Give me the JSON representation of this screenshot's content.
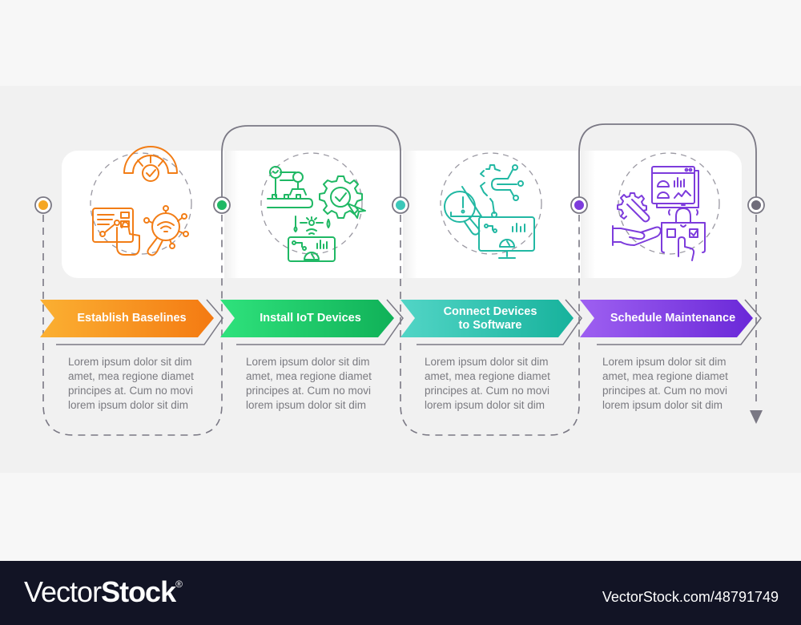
{
  "steps": [
    {
      "title": "Establish Baselines",
      "title_lines": [
        "Establish Baselines"
      ],
      "icon": "baseline-gauge-analytics-icon",
      "color_start": "#f9a62c",
      "color_end": "#f57c14",
      "node_color": "#f5a623",
      "description_lines": [
        "Lorem ipsum dolor sit dim",
        "amet, mea regione diamet",
        "principes at. Cum no movi",
        "lorem ipsum dolor sit dim"
      ]
    },
    {
      "title": "Install IoT Devices",
      "title_lines": [
        "Install IoT Devices"
      ],
      "icon": "iot-robot-arm-gear-icon",
      "color_start": "#2ee07a",
      "color_end": "#12b35a",
      "node_color": "#1fb864",
      "description_lines": [
        "Lorem ipsum dolor sit dim",
        "amet, mea regione diamet",
        "principes at. Cum no movi",
        "lorem ipsum dolor sit dim"
      ]
    },
    {
      "title": "Connect Devices to Software",
      "title_lines": [
        "Connect Devices",
        "to Software"
      ],
      "icon": "connect-alert-monitor-icon",
      "color_start": "#4fd3c4",
      "color_end": "#1ab39e",
      "node_color": "#3cc7b9",
      "description_lines": [
        "Lorem ipsum dolor sit dim",
        "amet, mea regione diamet",
        "principes at. Cum no movi",
        "lorem ipsum dolor sit dim"
      ]
    },
    {
      "title": "Schedule Maintenance",
      "title_lines": [
        "Schedule Maintenance"
      ],
      "icon": "maintenance-schedule-icon",
      "color_start": "#9b5cf0",
      "color_end": "#6c2bd9",
      "node_color": "#7d3cdc",
      "description_lines": [
        "Lorem ipsum dolor sit dim",
        "amet, mea regione diamet",
        "principes at. Cum no movi",
        "lorem ipsum dolor sit dim"
      ]
    }
  ],
  "end_node_color": "#6f6c7a",
  "connector_color": "#7a7884",
  "footer": {
    "brand_light": "Vector",
    "brand_bold": "Stock",
    "registered": "®",
    "reference": "VectorStock.com/48791749"
  }
}
